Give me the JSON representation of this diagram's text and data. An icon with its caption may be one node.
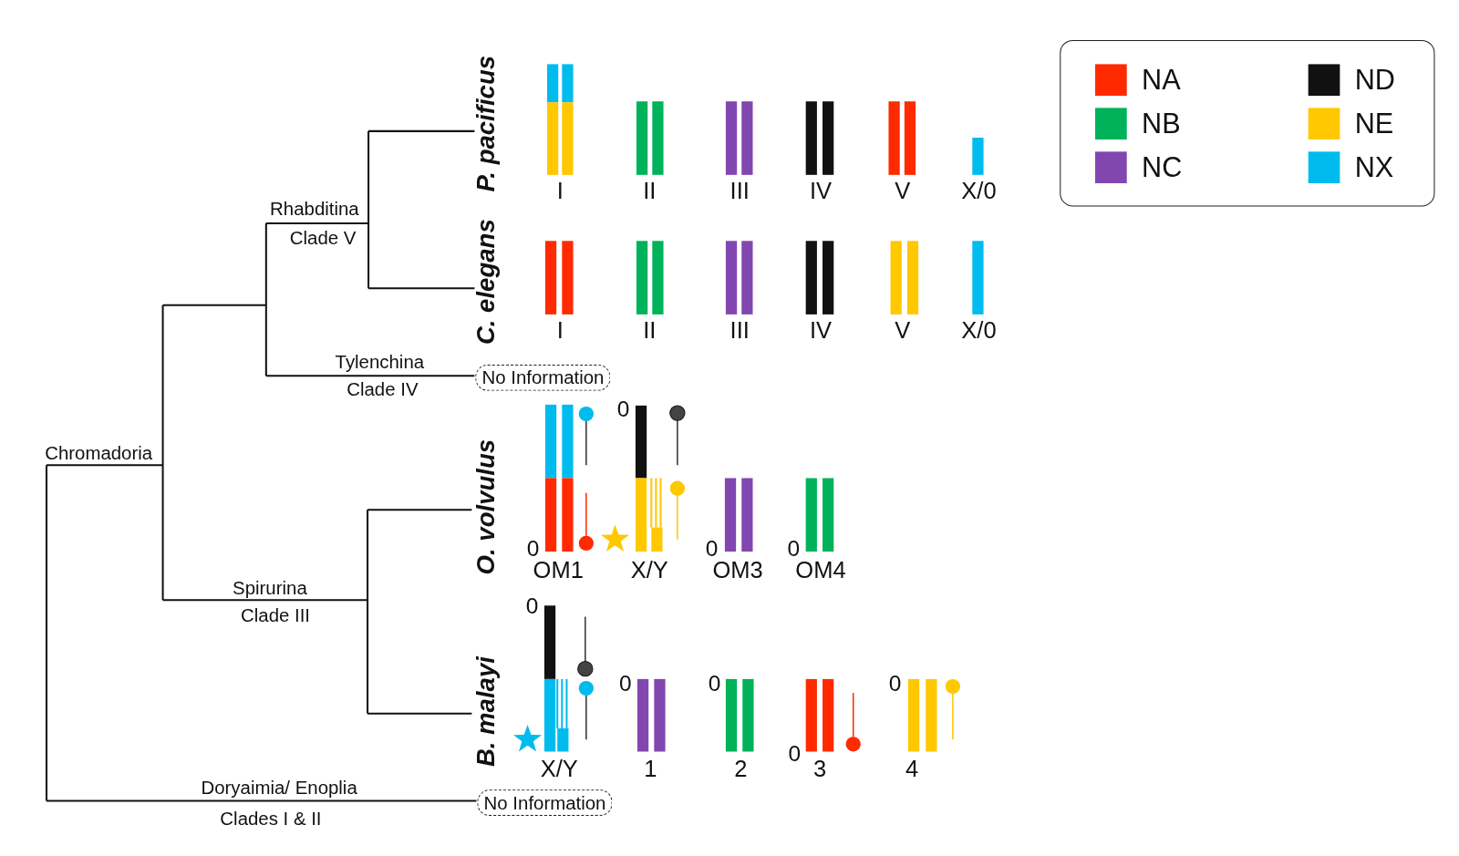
{
  "diagram": {
    "nodes": [
      {
        "text": [
          "P. pacificus"
        ]
      },
      {
        "text": [
          "C. elegans"
        ]
      },
      {
        "text": [
          "No Information"
        ]
      },
      {
        "text": [
          "O. volvulus"
        ]
      },
      {
        "text": [
          "B. malayi"
        ]
      },
      {
        "text": [
          "No Information"
        ]
      }
    ],
    "edges": [],
    "labels": [
      "I",
      "II",
      "III",
      "IV",
      "V",
      "X/0",
      "Rhabditina",
      "Clade V",
      "I",
      "II",
      "III",
      "IV",
      "V",
      "X/0",
      "Tylenchina",
      "Clade IV",
      "0",
      "Chromadoria",
      "0",
      "0",
      "0",
      "OM1",
      "X/Y",
      "OM3",
      "OM4",
      "Spirurina",
      "Clade III",
      "0",
      "0",
      "0",
      "0",
      "0",
      "X/Y",
      "1",
      "2",
      "3",
      "4",
      "Doryaimia/ Enoplia",
      "Clades I & II"
    ],
    "legend": [
      {
        "text": "NA",
        "color": "#ff2a00"
      },
      {
        "text": "NB",
        "color": "#00b259"
      },
      {
        "text": "NC",
        "color": "#8246b0"
      },
      {
        "text": "ND",
        "color": "#111111"
      },
      {
        "text": "NE",
        "color": "#ffc800"
      },
      {
        "text": "NX",
        "color": "#00bbee"
      }
    ]
  }
}
